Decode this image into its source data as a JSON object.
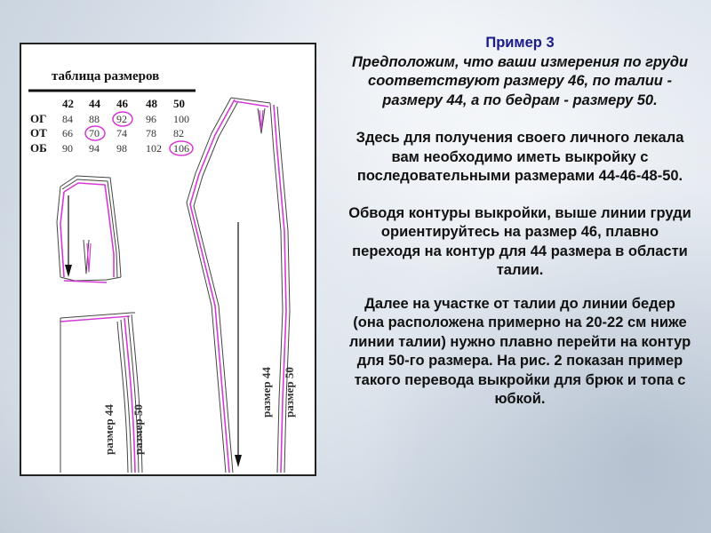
{
  "example": {
    "heading": "Пример 3",
    "intro": "Предположим, что ваши измерения по груди соответствуют размеру 46, по талии - размеру 44, а по бедрам - размеру 50.",
    "para1": "Здесь для получения своего личного лекала вам необходимо иметь выкройку с последовательными размерами 44-46-48-50.",
    "para2": "Обводя контуры выкройки, выше линии груди ориентируйтесь на размер 46, плавно переходя на контур для 44 размера в области талии.",
    "para3": "Далее на участке от талии до линии бедер (она расположена примерно на 20-22 см ниже линии талии) нужно плавно перейти на контур для 50-го размера. На рис. 2 показан пример такого перевода выкройки для брюк и топа с юбкой."
  },
  "size_table": {
    "title": "таблица размеров",
    "sizes": [
      "42",
      "44",
      "46",
      "48",
      "50"
    ],
    "rows": [
      {
        "label": "ОГ",
        "values": [
          "84",
          "88",
          "92",
          "96",
          "100"
        ]
      },
      {
        "label": "ОТ",
        "values": [
          "66",
          "70",
          "74",
          "78",
          "82"
        ]
      },
      {
        "label": "ОБ",
        "values": [
          "90",
          "94",
          "98",
          "102",
          "106"
        ]
      }
    ],
    "circled": {
      "ОГ": "92",
      "ОТ": "70",
      "ОБ": "106"
    },
    "highlight_color": "#d63ad6"
  },
  "pattern_labels": {
    "skirt_size_44": "размер 44",
    "skirt_size_50": "размер 50",
    "trousers_size_44": "размер 44",
    "trousers_size_50": "размер 50"
  }
}
